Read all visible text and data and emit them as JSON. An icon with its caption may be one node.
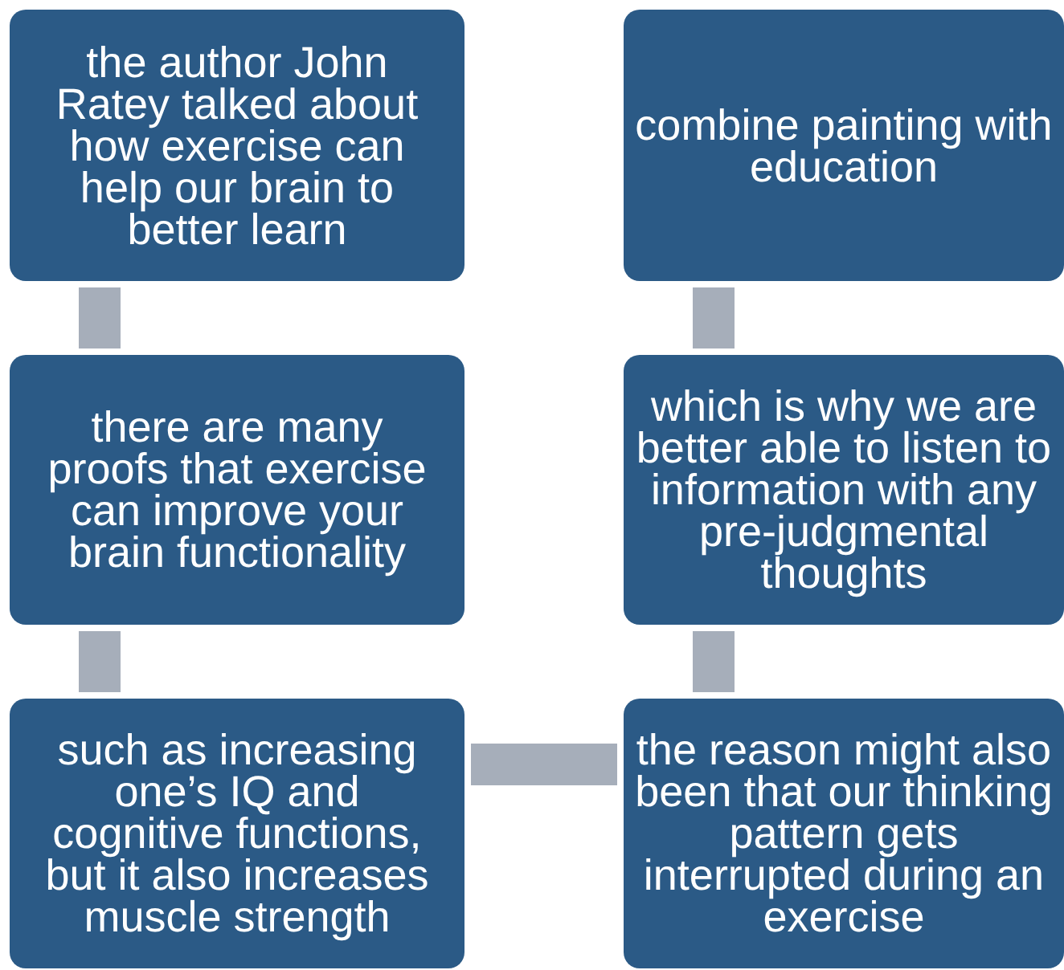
{
  "diagram": {
    "nodes": [
      {
        "text": [
          "the author John Ratey talked about how exercise can help our brain to better learn"
        ]
      },
      {
        "text": [
          "there are many proofs that exercise can improve your brain functionality"
        ]
      },
      {
        "text": [
          "such as increasing one’s IQ and cognitive functions, but it also increases muscle strength"
        ]
      },
      {
        "text": [
          "the reason might also been that our thinking pattern gets interrupted during an exercise"
        ]
      },
      {
        "text": [
          "which is why we are better able to listen to information with any pre-judgmental thoughts"
        ]
      },
      {
        "text": [
          "combine painting with education"
        ]
      }
    ],
    "edges": [
      {
        "from": 0,
        "to": 1,
        "arrow": "none"
      },
      {
        "from": 1,
        "to": 2,
        "arrow": "none"
      },
      {
        "from": 2,
        "to": 3,
        "arrow": "none"
      },
      {
        "from": 3,
        "to": 4,
        "arrow": "none"
      },
      {
        "from": 4,
        "to": 5,
        "arrow": "none"
      }
    ]
  }
}
